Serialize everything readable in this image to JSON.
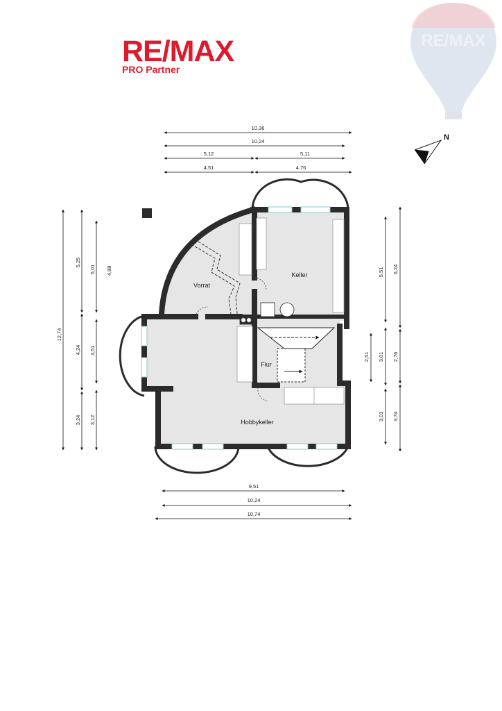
{
  "logo": {
    "brand": "RE/MAX",
    "tagline": "PRO Partner"
  },
  "watermark": {
    "brand": "RE/MAX"
  },
  "compass": {
    "label": "N"
  },
  "rooms": {
    "vorrat": "Vorrat",
    "keller": "Keller",
    "flur": "Flur",
    "hobbykeller": "Hobbykeller"
  },
  "dimensions": {
    "top": [
      "10,36",
      "10,24",
      "5,12",
      "5,11",
      "4,51",
      "4,76"
    ],
    "bottom": [
      "9,51",
      "10,24",
      "10,74"
    ],
    "left": [
      "12,74",
      "5,25",
      "5,01",
      "4,88",
      "4,24",
      "3,51",
      "3,24",
      "3,12"
    ],
    "right": [
      "5,51",
      "6,24",
      "2,51",
      "3,01",
      "2,76",
      "3,01",
      "3,74"
    ]
  },
  "colors": {
    "brand_red": "#dc1c2e",
    "wall": "#2b2b2b",
    "floor": "#e6e6e6",
    "balloon_blue": "#d6dde9"
  }
}
